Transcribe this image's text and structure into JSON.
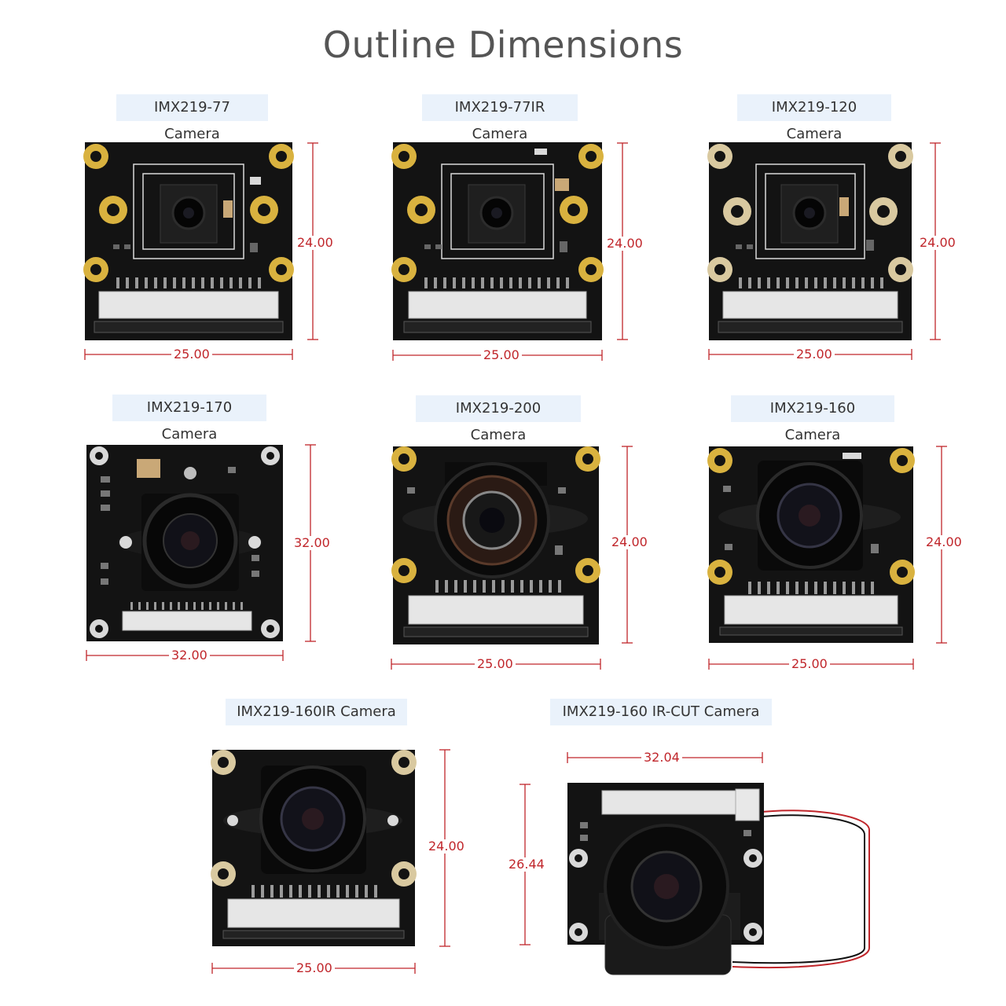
{
  "title": "Outline Dimensions",
  "colors": {
    "pcb": "#131313",
    "pad": "#d9b23f",
    "silk": "#d9d9d9",
    "dimension": "#c0262b",
    "label_bg": "#eaf2fb",
    "title": "#555555"
  },
  "cameras": [
    {
      "label": "IMX219-77 Camera",
      "width": "25.00",
      "height": "24.00"
    },
    {
      "label": "IMX219-77IR Camera",
      "width": "25.00",
      "height": "24.00"
    },
    {
      "label": "IMX219-120 Camera",
      "width": "25.00",
      "height": "24.00"
    },
    {
      "label": "IMX219-170 Camera",
      "width": "32.00",
      "height": "32.00"
    },
    {
      "label": "IMX219-200 Camera",
      "width": "25.00",
      "height": "24.00"
    },
    {
      "label": "IMX219-160 Camera",
      "width": "25.00",
      "height": "24.00"
    },
    {
      "label": "IMX219-160IR Camera",
      "width": "25.00",
      "height": "24.00"
    },
    {
      "label": "IMX219-160 IR-CUT Camera",
      "width": "32.04",
      "height": "26.44"
    }
  ]
}
